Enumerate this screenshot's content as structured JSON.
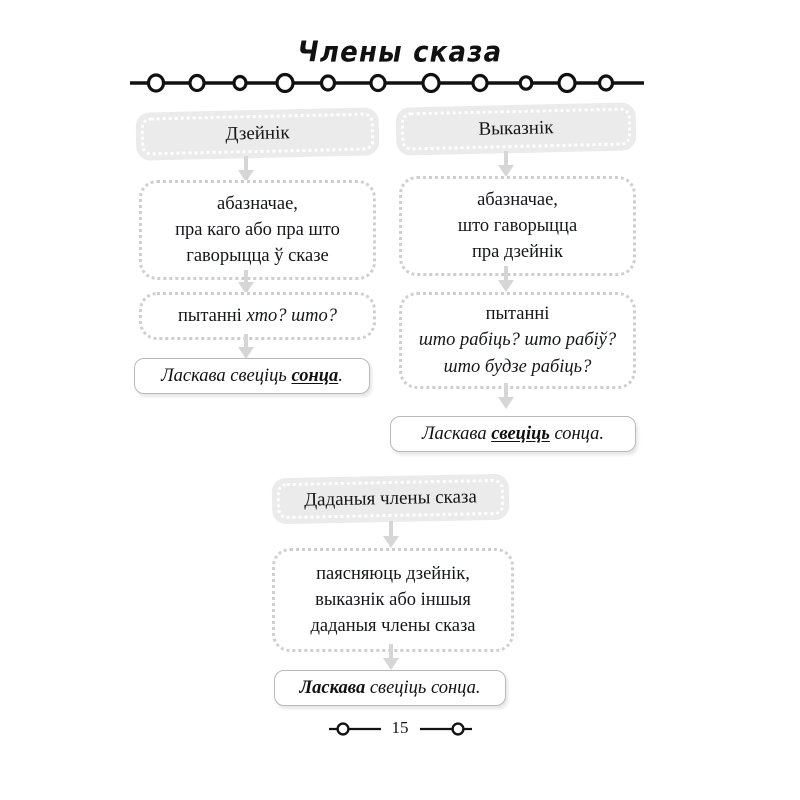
{
  "page": {
    "title": "Члены сказа",
    "page_number": "15",
    "accent_gray": "#ebebeb",
    "dotted_border_color": "#cfcfcf",
    "text_color": "#15161a"
  },
  "columns": {
    "subject": {
      "header": "Дзейнік",
      "definition": {
        "line1": "абазначае,",
        "line2": "пра каго або пра што",
        "line3": "гаворыцца ў сказе"
      },
      "questions": {
        "label": "пытанні",
        "items": "хто? што?"
      },
      "example": {
        "before": "Ласкава свеціць ",
        "highlight": "сонца",
        "after": "."
      }
    },
    "predicate": {
      "header": "Выказнік",
      "definition": {
        "line1": "абазначае,",
        "line2": "што гаворыцца",
        "line3": "пра дзейнік"
      },
      "questions": {
        "label": "пытанні",
        "line1": "што рабіць? што рабіў?",
        "line2": "што будзе рабіць?"
      },
      "example": {
        "before": "Ласкава ",
        "highlight": "свеціць",
        "after": " сонца."
      }
    },
    "secondary": {
      "header": "Даданыя члены сказа",
      "definition": {
        "line1": "паясняюць дзейнік,",
        "line2": "выказнік або іншыя",
        "line3": "даданыя члены сказа"
      },
      "example": {
        "before": "Ласкава",
        "highlight": "",
        "after": " свеціць сонца."
      }
    }
  },
  "decorations": {
    "bead_rule_name": "beaded-divider-line",
    "footer_rule_name": "footer-page-rule",
    "arrow_name": "down-arrow-connector"
  }
}
